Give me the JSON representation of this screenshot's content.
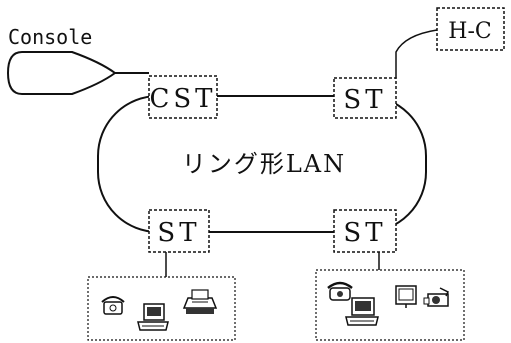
{
  "console": {
    "label": "Console"
  },
  "nodes": {
    "cst": {
      "label": "CST"
    },
    "st_top": {
      "label": "ST"
    },
    "st_bottom_left": {
      "label": "ST"
    },
    "st_bottom_right": {
      "label": "ST"
    }
  },
  "host": {
    "label": "H-C"
  },
  "ring": {
    "label": "リング形LAN"
  },
  "device_groups": {
    "left": {
      "icons": [
        "telephone-icon",
        "computer-terminal-icon",
        "printer-icon"
      ]
    },
    "right": {
      "icons": [
        "telephone-icon",
        "computer-terminal-icon",
        "monitor-icon",
        "camera-icon"
      ]
    }
  }
}
